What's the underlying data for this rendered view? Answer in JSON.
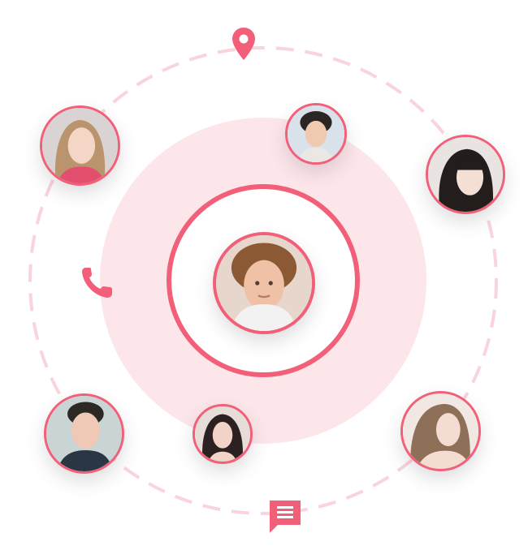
{
  "colors": {
    "accent": "#f25f78",
    "soft_disc": "#fde6ea",
    "dashed_orbit": "#f9d4dc",
    "background": "#ffffff"
  },
  "center_avatar": {
    "icon": "person-avatar-center"
  },
  "orbit_avatars": [
    {
      "name": "avatar-top-left",
      "icon": "person-avatar"
    },
    {
      "name": "avatar-top-center",
      "icon": "person-avatar"
    },
    {
      "name": "avatar-right-upper",
      "icon": "person-avatar"
    },
    {
      "name": "avatar-bottom-left",
      "icon": "person-avatar"
    },
    {
      "name": "avatar-bottom-center",
      "icon": "person-avatar"
    },
    {
      "name": "avatar-bottom-right",
      "icon": "person-avatar"
    }
  ],
  "icons": {
    "location": "location-pin-icon",
    "phone": "phone-icon",
    "chat": "chat-message-icon"
  }
}
